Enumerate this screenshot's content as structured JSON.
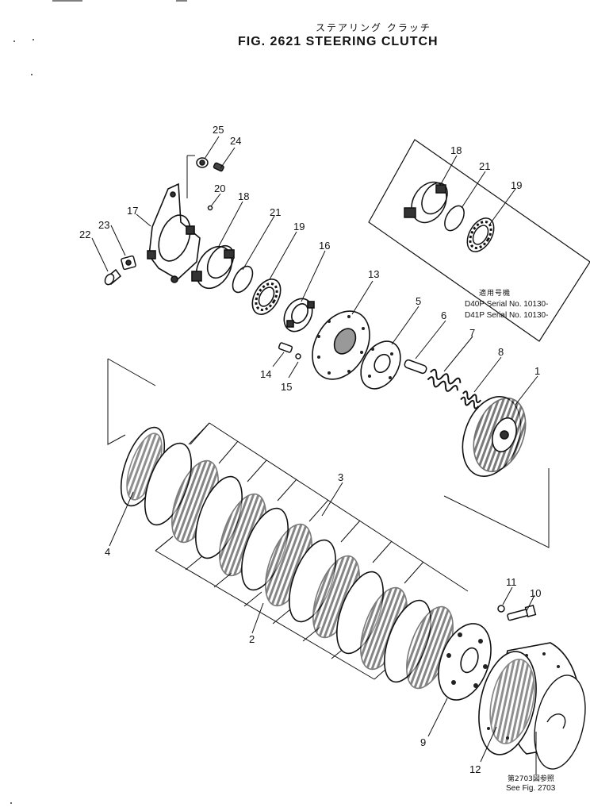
{
  "header": {
    "title_jp": "ステアリング クラッチ",
    "title": "FIG. 2621  STEERING CLUTCH"
  },
  "applicability": {
    "label_jp": "適用号機",
    "lines": [
      "D40P Serial No. 10130-",
      "D41P Serial No. 10130-"
    ]
  },
  "reference": {
    "label_jp": "第2703図参照",
    "label": "See Fig. 2703"
  },
  "callouts": {
    "c1": "1",
    "c2": "2",
    "c3": "3",
    "c4": "4",
    "c5": "5",
    "c6": "6",
    "c7": "7",
    "c8": "8",
    "c9": "9",
    "c10": "10",
    "c11": "11",
    "c12": "12",
    "c13": "13",
    "c14": "14",
    "c15": "15",
    "c16": "16",
    "c17": "17",
    "c18": "18",
    "c19": "19",
    "c20": "20",
    "c21": "21",
    "c22": "22",
    "c23": "23",
    "c24": "24",
    "c25": "25",
    "c18b": "18",
    "c21b": "21",
    "c19b": "19"
  }
}
